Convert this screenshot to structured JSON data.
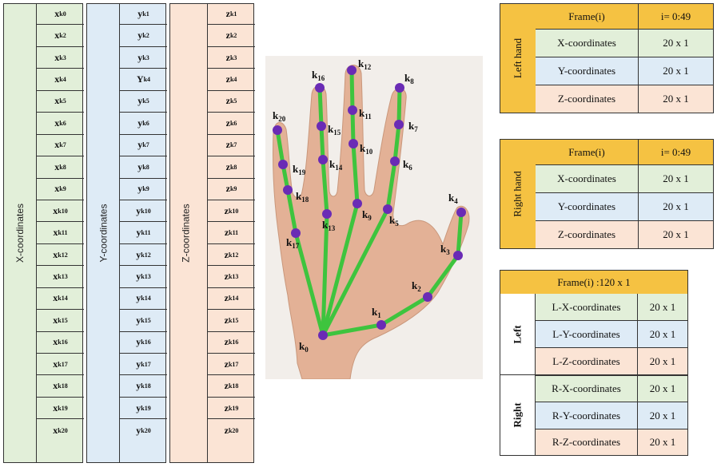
{
  "x_column": {
    "title": "X-coordinates",
    "cells": [
      "x_k0",
      "x_k2",
      "x_k3",
      "x_k4",
      "x_k5",
      "x_k6",
      "x_k7",
      "x_k8",
      "x_k9",
      "x_k10",
      "x_k11",
      "x_k12",
      "x_k13",
      "x_k14",
      "x_k15",
      "x_k16",
      "x_k17",
      "x_k18",
      "x_k19",
      "x_k20"
    ]
  },
  "y_column": {
    "title": "Y-coordinates",
    "cells": [
      "y_k1",
      "y_k2",
      "y_k3",
      "Y_k4",
      "y_k5",
      "y_k6",
      "y_k7",
      "y_k8",
      "y_k9",
      "y_k10",
      "y_k11",
      "y_k12",
      "y_k13",
      "y_k14",
      "y_k15",
      "y_k16",
      "y_k17",
      "y_k18",
      "y_k19",
      "y_k20"
    ]
  },
  "z_column": {
    "title": "Z-coordinates",
    "cells": [
      "z_k1",
      "z_k2",
      "z_k3",
      "z_k4",
      "z_k5",
      "z_k6",
      "z_k7",
      "z_k8",
      "z_k9",
      "z_k10",
      "z_k11",
      "z_k12",
      "z_k13",
      "z_k14",
      "z_k15",
      "z_k16",
      "z_k17",
      "z_k18",
      "z_k19",
      "z_k20"
    ]
  },
  "hand": {
    "keypoint_labels": [
      "k0",
      "k1",
      "k2",
      "k3",
      "k4",
      "k5",
      "k6",
      "k7",
      "k8",
      "k9",
      "k10",
      "k11",
      "k12",
      "k13",
      "k14",
      "k15",
      "k16",
      "k17",
      "k18",
      "k19",
      "k20"
    ]
  },
  "left_hand_table": {
    "side_label": "Left hand",
    "header": [
      "Frame(i)",
      "i= 0:49"
    ],
    "rows": [
      [
        "X-coordinates",
        "20 x 1"
      ],
      [
        "Y-coordinates",
        "20 x 1"
      ],
      [
        "Z-coordinates",
        "20 x 1"
      ]
    ]
  },
  "right_hand_table": {
    "side_label": "Right hand",
    "header": [
      "Frame(i)",
      "i= 0:49"
    ],
    "rows": [
      [
        "X-coordinates",
        "20 x 1"
      ],
      [
        "Y-coordinates",
        "20 x 1"
      ],
      [
        "Z-coordinates",
        "20 x 1"
      ]
    ]
  },
  "combined_table": {
    "header": "Frame(i) :120 x 1",
    "left_label": "Left",
    "right_label": "Right",
    "left_rows": [
      [
        "L-X-coordinates",
        "20 x 1"
      ],
      [
        "L-Y-coordinates",
        "20 x 1"
      ],
      [
        "L-Z-coordinates",
        "20 x 1"
      ]
    ],
    "right_rows": [
      [
        "R-X-coordinates",
        "20 x 1"
      ],
      [
        "R-Y-coordinates",
        "20 x 1"
      ],
      [
        "R-Z-coordinates",
        "20 x 1"
      ]
    ]
  },
  "colors": {
    "skeleton_line": "#3ec43e",
    "keypoint": "#6a2bb5",
    "header_yellow": "#f5c242",
    "cell_green": "#e2efd9",
    "cell_blue": "#deebf6",
    "cell_peach": "#fbe4d5"
  }
}
